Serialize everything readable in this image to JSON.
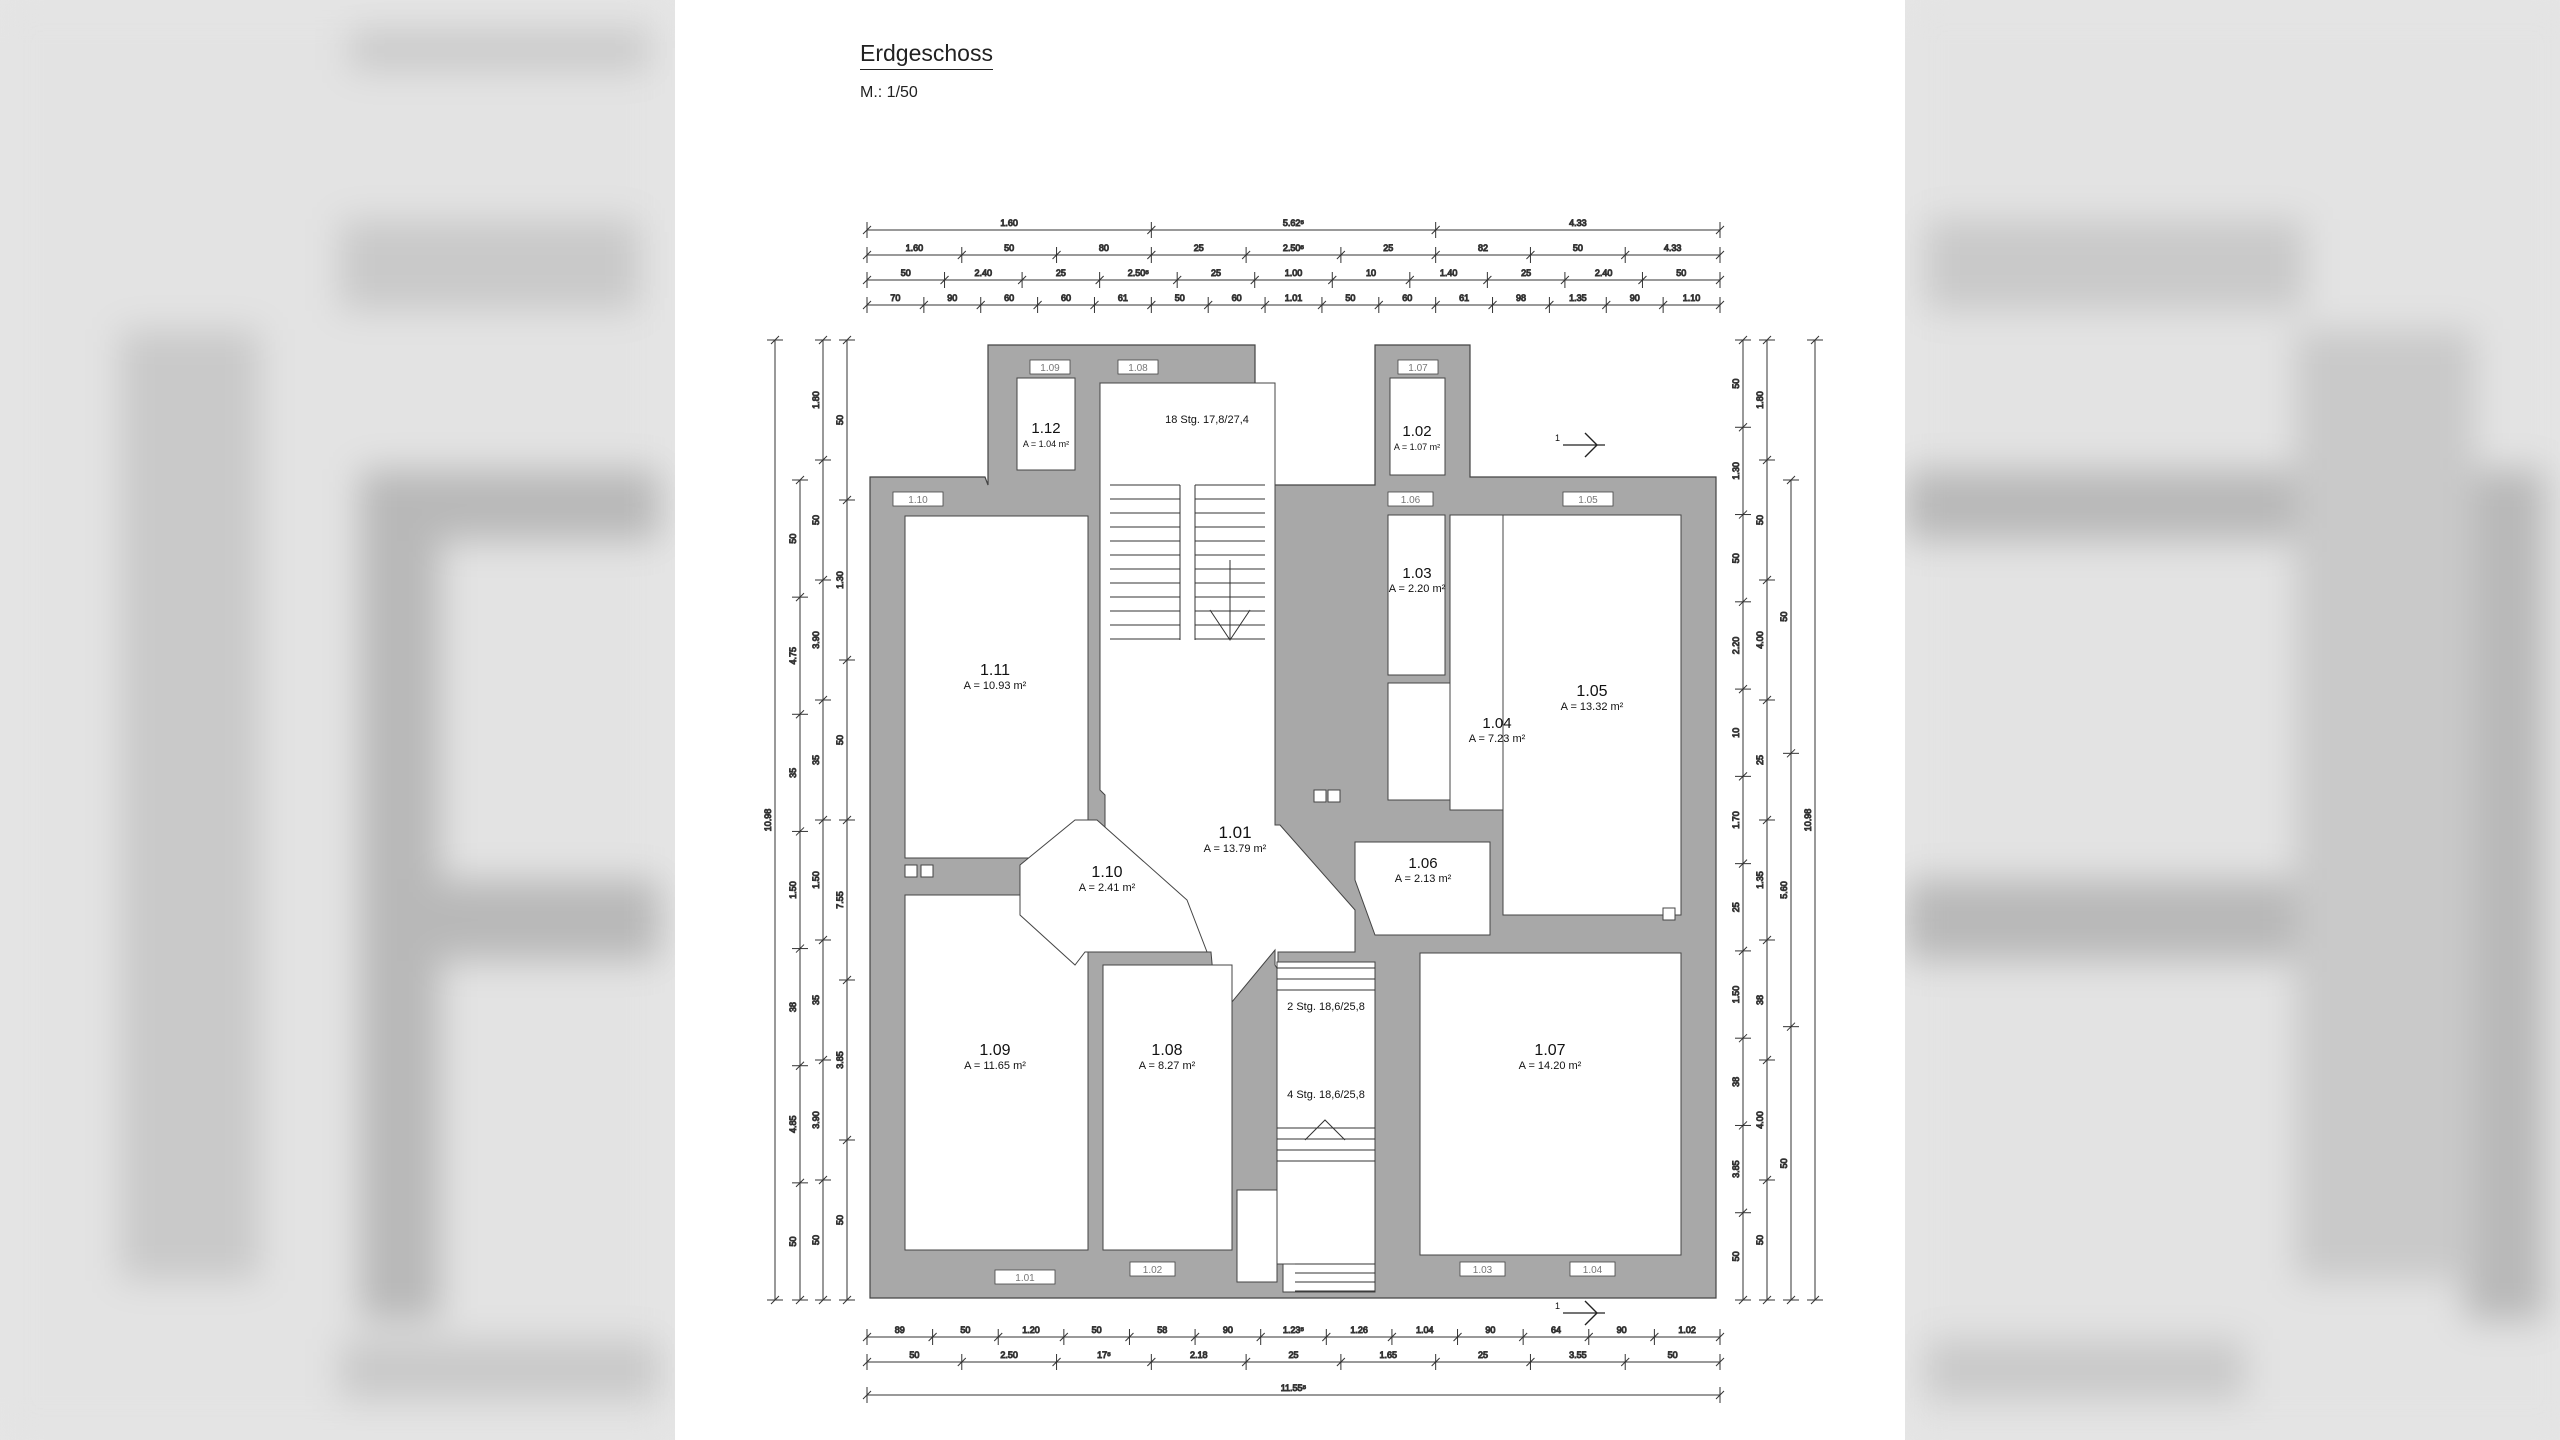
{
  "sheet": {
    "title": "Erdgeschoss",
    "scale": "M.: 1/50"
  },
  "rooms": [
    {
      "id": "1.01",
      "area": "A = 13.79 m²"
    },
    {
      "id": "1.02",
      "area": "A = 1.07 m²"
    },
    {
      "id": "1.03",
      "area": "A = 2.20 m²"
    },
    {
      "id": "1.04",
      "area": "A = 7.23 m²"
    },
    {
      "id": "1.05",
      "area": "A = 13.32 m²"
    },
    {
      "id": "1.06",
      "area": "A = 2.13 m²"
    },
    {
      "id": "1.07",
      "area": "A = 14.20 m²"
    },
    {
      "id": "1.08",
      "area": "A = 8.27 m²"
    },
    {
      "id": "1.09",
      "area": "A = 11.65 m²"
    },
    {
      "id": "1.10",
      "area": "A = 2.41 m²"
    },
    {
      "id": "1.11",
      "area": "A = 10.93 m²"
    },
    {
      "id": "1.12",
      "area": "A = 1.04 m²"
    }
  ],
  "windows": [
    "1.09",
    "1.08",
    "1.07",
    "1.10",
    "1.06",
    "1.05",
    "1.01",
    "1.02",
    "1.03",
    "1.04"
  ],
  "stairs": [
    {
      "label": "18 Stg. 17,8/27,4"
    },
    {
      "label": "2 Stg. 18,6/25,8"
    },
    {
      "label": "4 Stg. 18,6/25,8"
    }
  ],
  "section_marks": [
    "1",
    "1"
  ],
  "dimensions": {
    "top_row1": [
      "1.60",
      "5.62⁵",
      "4.33"
    ],
    "top_row2": [
      "1.60",
      "50",
      "80",
      "25",
      "2.50⁵",
      "25",
      "82",
      "50",
      "4.33"
    ],
    "top_row3": [
      "50",
      "2.40",
      "25",
      "2.50⁵",
      "25",
      "1.00",
      "10",
      "1.40",
      "25",
      "2.40",
      "50"
    ],
    "top_row4": [
      "70",
      "90",
      "60",
      "60",
      "61",
      "50",
      "60",
      "1.01",
      "50",
      "60",
      "61",
      "98",
      "1.35",
      "90",
      "1.10"
    ],
    "bottom_row1": [
      "89",
      "50",
      "1.20",
      "50",
      "58",
      "90",
      "1.23⁵",
      "1.26",
      "1.04",
      "90",
      "64",
      "90",
      "1.02"
    ],
    "bottom_row2": [
      "50",
      "2.50",
      "17⁵",
      "2.18",
      "25",
      "1.65",
      "25",
      "3.55",
      "50"
    ],
    "bottom_row3": [
      "11.55⁵"
    ],
    "left_col1": [
      "10.98"
    ],
    "left_col2": [
      "50",
      "4.75",
      "35",
      "1.50",
      "38",
      "4.85",
      "50"
    ],
    "left_col3": [
      "1.80",
      "50",
      "3.90",
      "35",
      "1.50",
      "35",
      "3.90",
      "50"
    ],
    "left_col4": [
      "50",
      "1.30",
      "50",
      "7.55",
      "3.85",
      "50"
    ],
    "right_col1": [
      "50",
      "1.30",
      "50",
      "2.20",
      "10",
      "1.70",
      "25",
      "1.50",
      "38",
      "3.85",
      "50"
    ],
    "right_col2": [
      "1.80",
      "50",
      "4.00",
      "25",
      "1.35",
      "38",
      "4.00",
      "50"
    ],
    "right_col3": [
      "50",
      "5.60",
      "50"
    ],
    "right_col4": [
      "10.98"
    ]
  }
}
